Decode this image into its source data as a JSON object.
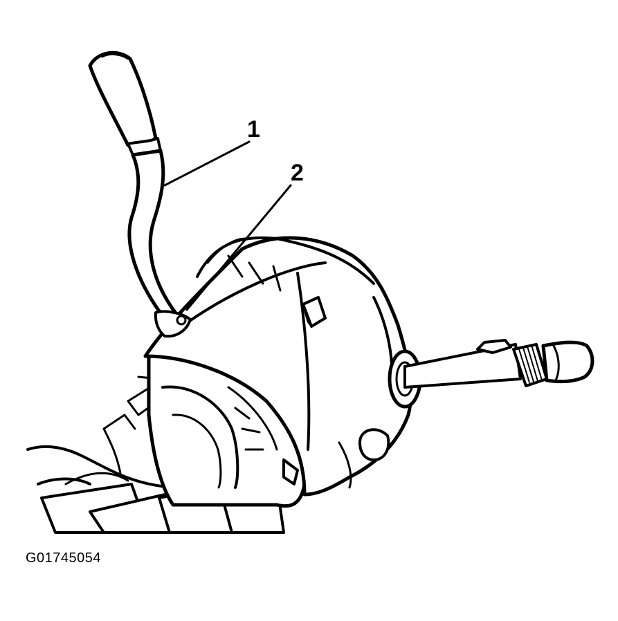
{
  "callouts": {
    "one": "1",
    "two": "2"
  },
  "figure_id": "G01745054",
  "colors": {
    "ink": "#000000",
    "paper": "#ffffff"
  }
}
